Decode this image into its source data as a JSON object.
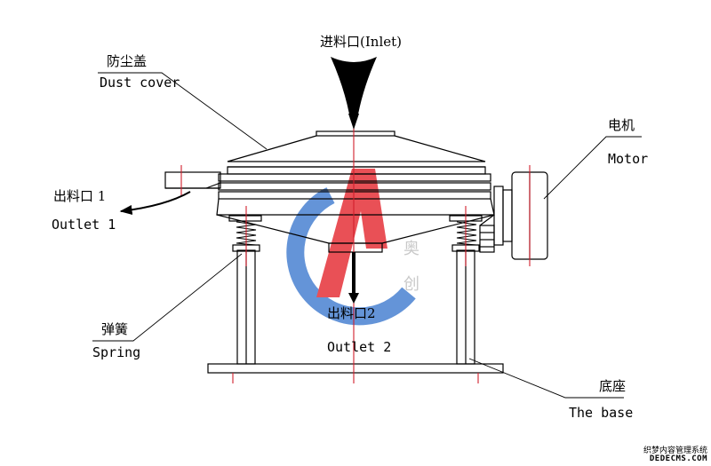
{
  "labels": {
    "inlet": "进料口(Inlet)",
    "dust_cover_cn": "防尘盖",
    "dust_cover_en": "Dust cover",
    "motor_cn": "电机",
    "motor_en": "Motor",
    "outlet1_cn": "出料口 1",
    "outlet1_en": "Outlet 1",
    "spring_cn": "弹簧",
    "spring_en": "Spring",
    "outlet2_cn": "出料口2",
    "outlet2_en": "Outlet 2",
    "base_cn": "底座",
    "base_en": "The base"
  },
  "watermark": {
    "logo_letter": "A",
    "char1": "奥",
    "char2": "创",
    "site_cn": "织梦内容管理系统",
    "site_en": "DEDECMS.COM"
  },
  "colors": {
    "line": "#000000",
    "centerline": "#d21e2c",
    "logo_red": "#e8474e",
    "logo_blue": "#5c8fd6"
  }
}
